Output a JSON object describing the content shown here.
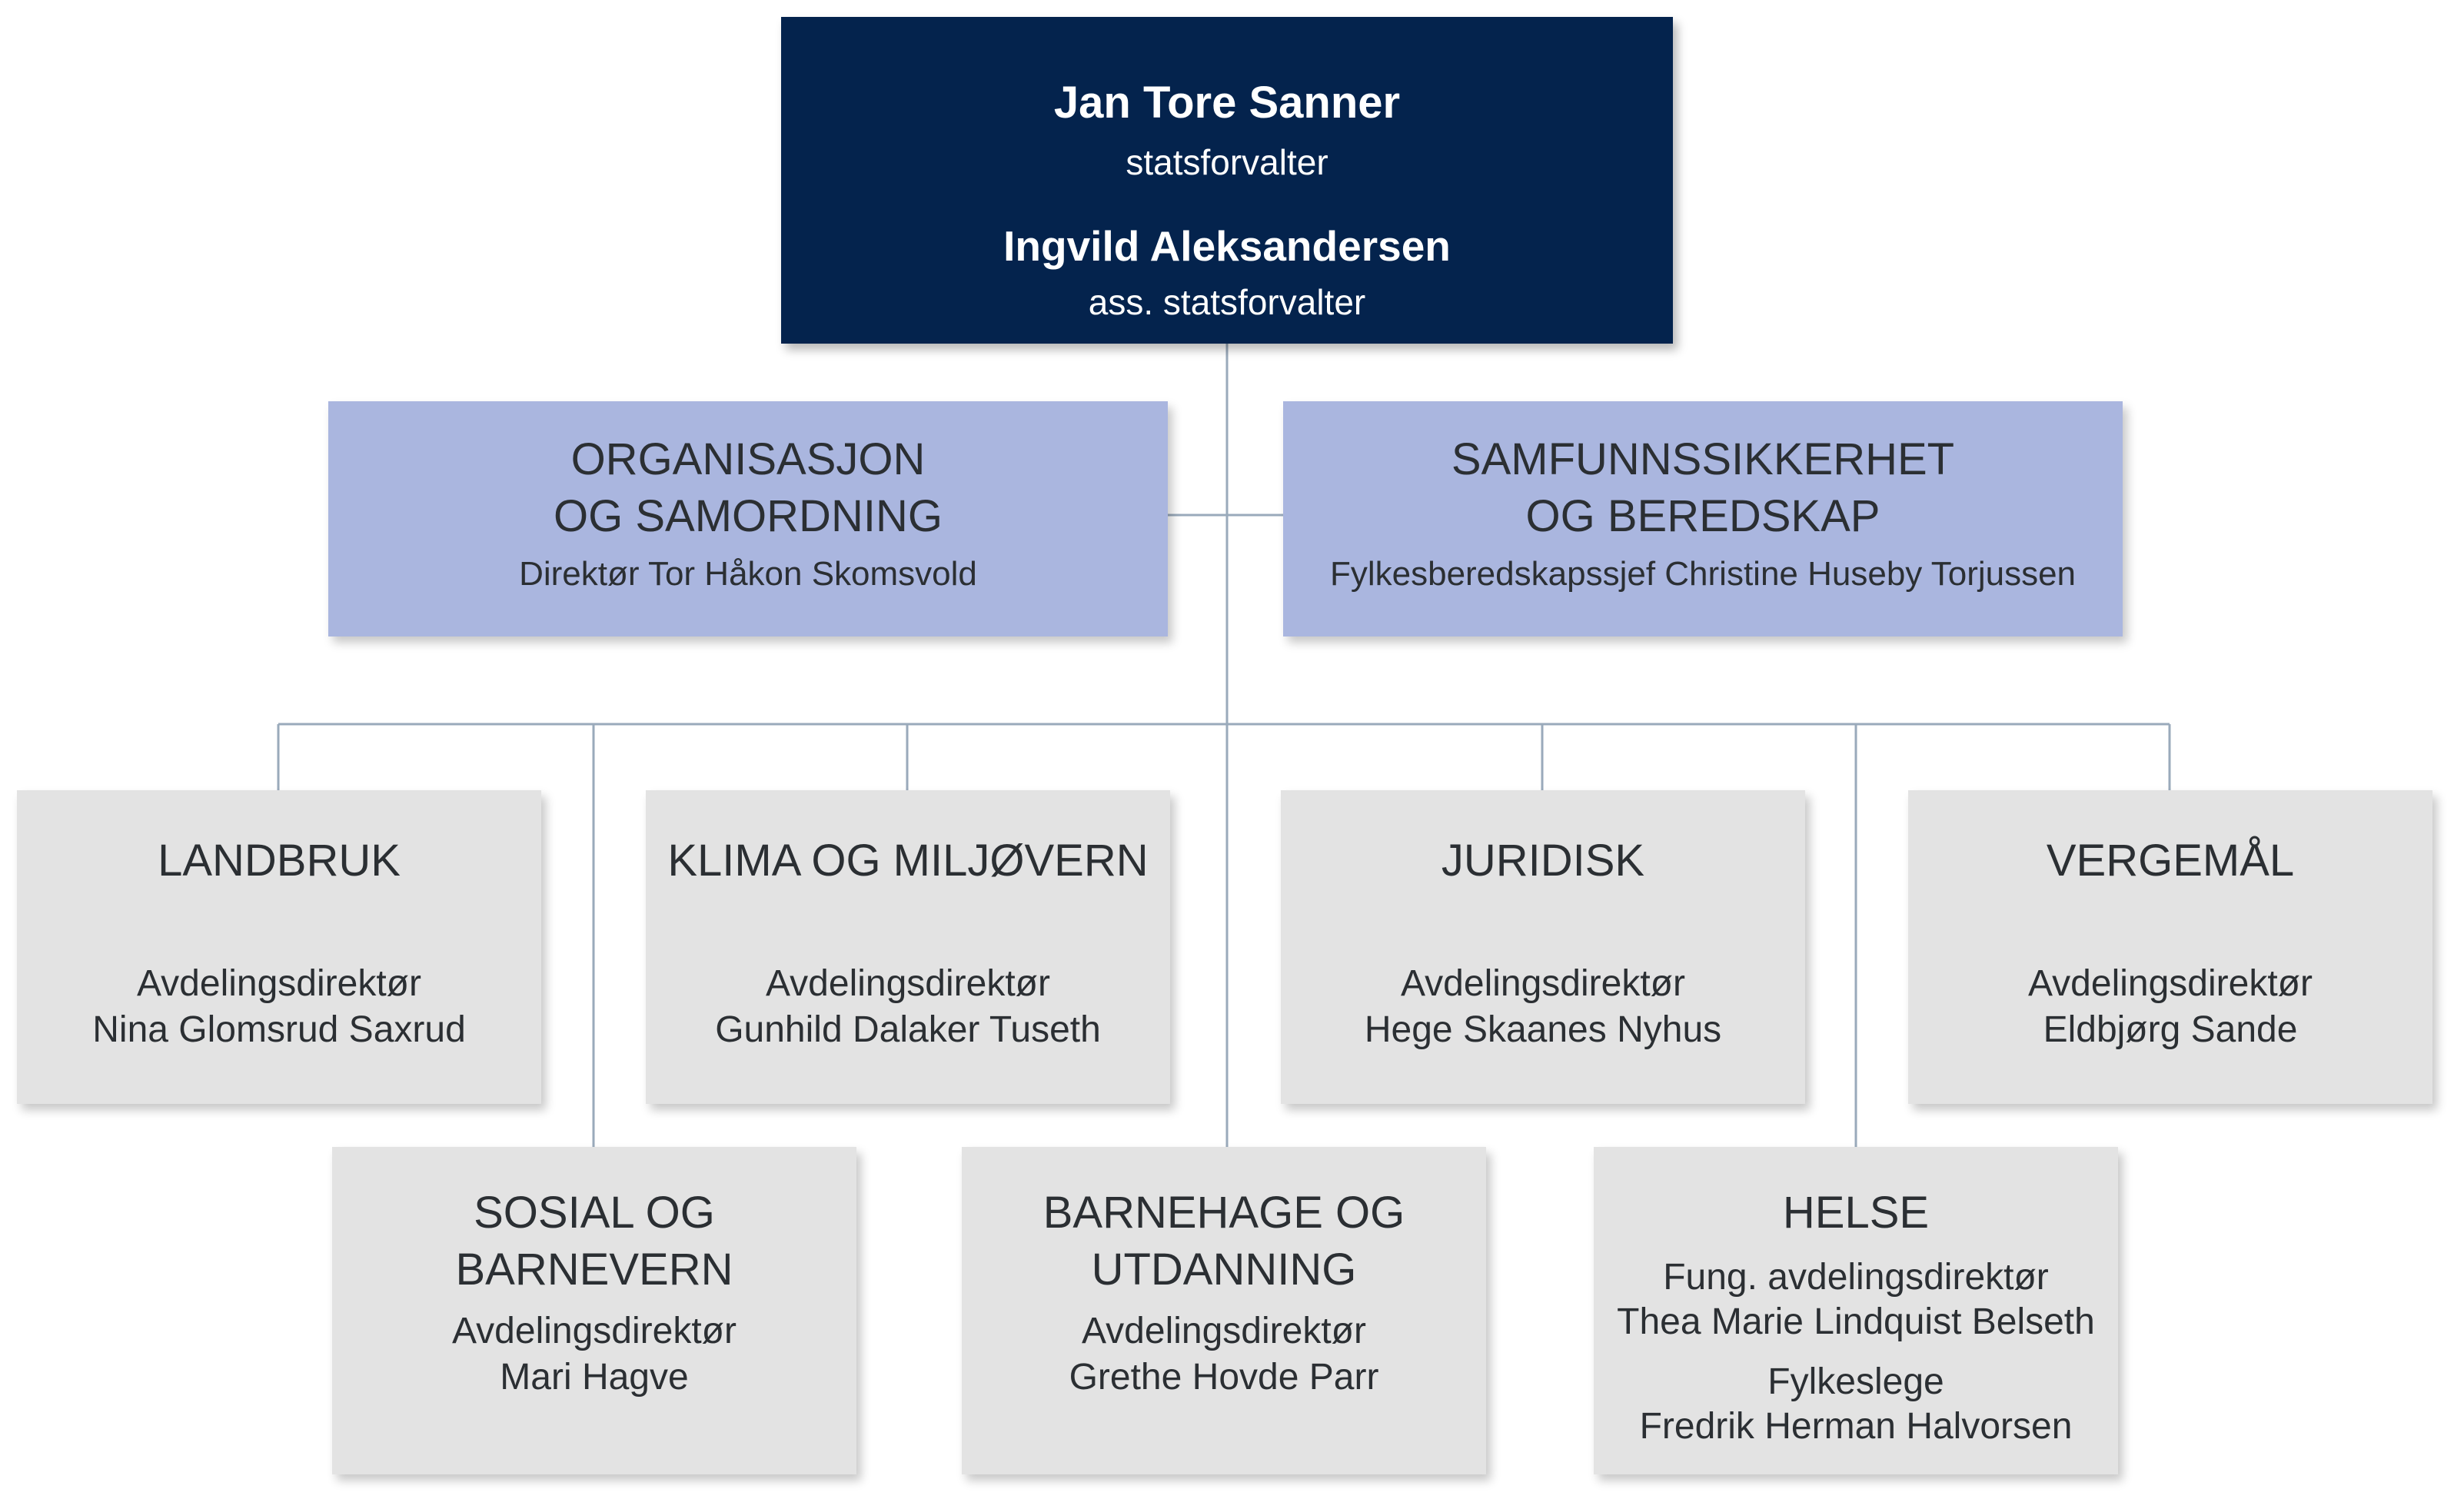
{
  "leadership": {
    "name1": "Jan Tore Sanner",
    "title1": "statsforvalter",
    "name2": "Ingvild Aleksandersen",
    "title2": "ass. statsforvalter"
  },
  "staff": [
    {
      "line1": "ORGANISASJON",
      "line2": "OG SAMORDNING",
      "sub": "Direktør Tor Håkon Skomsvold"
    },
    {
      "line1": "SAMFUNNSSIKKERHET",
      "line2": "OG BEREDSKAP",
      "sub": "Fylkesberedskapssjef Christine Huseby Torjussen"
    }
  ],
  "departments": {
    "landbruk": {
      "title": "LANDBRUK",
      "role": "Avdelingsdirektør",
      "person": "Nina Glomsrud Saxrud"
    },
    "klima": {
      "title": "KLIMA OG MILJØVERN",
      "role": "Avdelingsdirektør",
      "person": "Gunhild Dalaker Tuseth"
    },
    "juridisk": {
      "title": "JURIDISK",
      "role": "Avdelingsdirektør",
      "person": "Hege Skaanes Nyhus"
    },
    "vergemal": {
      "title": "VERGEMÅL",
      "role": "Avdelingsdirektør",
      "person": "Eldbjørg Sande"
    },
    "sosial": {
      "line1": "SOSIAL OG",
      "line2": "BARNEVERN",
      "role": "Avdelingsdirektør",
      "person": "Mari Hagve"
    },
    "barnehage": {
      "line1": "BARNEHAGE OG",
      "line2": "UTDANNING",
      "role": "Avdelingsdirektør",
      "person": "Grethe Hovde Parr"
    },
    "helse": {
      "title": "HELSE",
      "role1": "Fung. avdelingsdirektør",
      "person1": "Thea Marie Lindquist Belseth",
      "role2": "Fylkeslege",
      "person2": "Fredrik Herman Halvorsen"
    }
  },
  "colors": {
    "leadership_bg": "#04234d",
    "staff_bg": "#aab6df",
    "department_bg": "#e3e3e3",
    "connector": "#9aaabb",
    "text_dark": "#2b2f33",
    "text_light": "#ffffff"
  }
}
